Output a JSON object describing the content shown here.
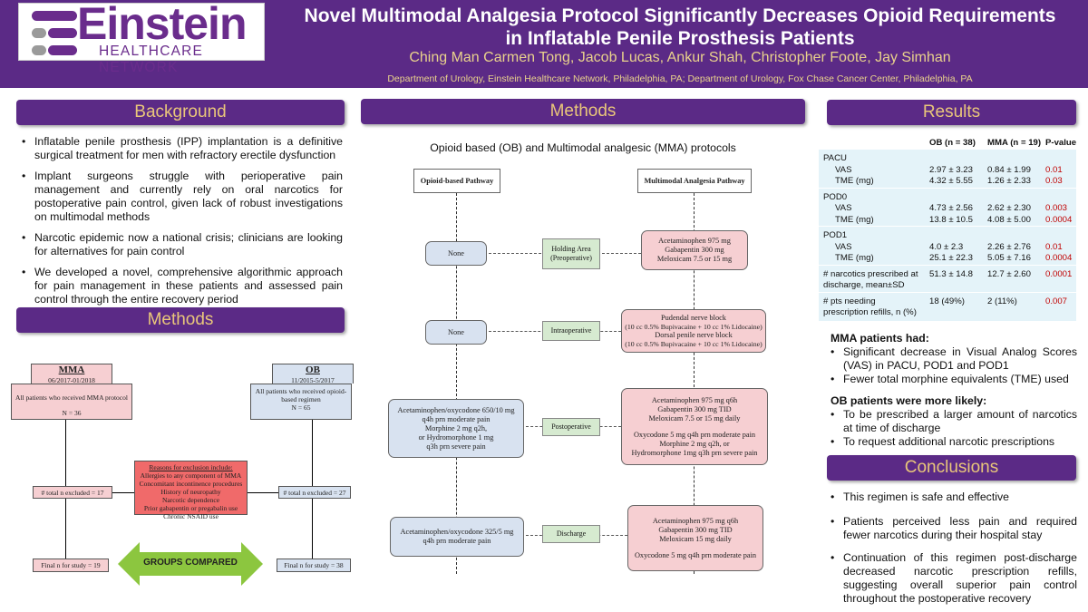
{
  "header": {
    "logo_word": "Einstein",
    "logo_sub": "HEALTHCARE NETWORK",
    "title_line1": "Novel Multimodal Analgesia Protocol Significantly Decreases Opioid Requirements",
    "title_line2": "in Inflatable Penile Prosthesis Patients",
    "authors": "Ching Man Carmen Tong, Jacob Lucas, Ankur Shah, Christopher Foote, Jay Simhan",
    "affiliation": "Department of Urology, Einstein Healthcare Network, Philadelphia, PA; Department of Urology, Fox Chase Cancer Center, Philadelphia, PA"
  },
  "colors": {
    "header_bg": "#5b2a86",
    "header_text": "#e9c67a",
    "table_bg": "#e4f3f9",
    "pvalue": "#c00000"
  },
  "background": {
    "heading": "Background",
    "bullets": [
      "Inflatable penile prosthesis (IPP) implantation is a definitive surgical treatment for men with refractory erectile dysfunction",
      "Implant surgeons struggle with perioperative pain management and currently rely on oral narcotics for postoperative pain control, given lack of robust investigations on multimodal methods",
      "Narcotic epidemic now a national crisis; clinicians are looking for alternatives for pain control",
      "We developed a novel, comprehensive algorithmic approach for pain management in these patients and assessed pain control through the entire recovery period"
    ]
  },
  "methods_left": {
    "heading": "Methods",
    "mma_title": "MMA",
    "mma_dates": "06/2017-01/2018",
    "mma_desc": "All patients who received MMA protocol",
    "mma_n": "N = 36",
    "ob_title": "OB",
    "ob_dates": "11/2015-5/2017",
    "ob_desc": "All patients who received opioid-based regimen",
    "ob_n": "N = 65",
    "excl_title": "Reasons for exclusion include:",
    "excl_items": [
      "Allergies to any component of MMA",
      "Concomitant incontinence procedures",
      "History of neuropathy",
      "Narcotic dependence",
      "Prior gabapentin or pregabalin use",
      "Chronic NSAID use"
    ],
    "mma_excluded": "# total n excluded = 17",
    "ob_excluded": "# total n excluded = 27",
    "mma_final": "Final n for study = 19",
    "ob_final": "Final n for study = 38",
    "compared": "GROUPS COMPARED"
  },
  "methods_center": {
    "heading": "Methods",
    "caption": "Opioid based (OB) and Multimodal analgesic (MMA) protocols",
    "ob_head": "Opioid-based Pathway",
    "mma_head": "Multimodal Analgesia Pathway",
    "phases": [
      {
        "line1": "Holding Area",
        "line2": "(Preoperative)"
      },
      {
        "line1": "Intraoperative",
        "line2": ""
      },
      {
        "line1": "Postoperative",
        "line2": ""
      },
      {
        "line1": "Discharge",
        "line2": ""
      }
    ],
    "ob_steps": [
      [
        "None"
      ],
      [
        "None"
      ],
      [
        "Acetaminophen/oxycodone 650/10 mg",
        "q4h prn moderate pain",
        "Morphine 2 mg q2h,",
        "or Hydromorphone 1 mg",
        "q3h prn severe pain"
      ],
      [
        "Acetaminophen/oxycodone 325/5 mg",
        "q4h prn moderate pain"
      ]
    ],
    "mma_steps": [
      [
        "Acetaminophen 975 mg",
        "Gabapentin 300 mg",
        "Meloxicam 7.5 or 15 mg"
      ],
      [
        "Pudendal nerve block",
        "(10 cc 0.5% Bupivacaine + 10 cc 1% Lidocaine)",
        "Dorsal penile nerve block",
        "(10 cc 0.5% Bupivacaine + 10 cc 1% Lidocaine)"
      ],
      [
        "Acetaminophen 975 mg q6h",
        "Gabapentin 300 mg TID",
        "Meloxicam 7.5 or 15 mg daily",
        "",
        "Oxycodone 5 mg q4h prn moderate pain",
        "Morphine 2 mg q2h, or",
        "Hydromorphone 1mg q3h prn severe pain"
      ],
      [
        "Acetaminophen 975 mg q6h",
        "Gabapentin 300 mg TID",
        "Meloxicam 15 mg daily",
        "",
        "Oxycodone 5 mg q4h prn moderate pain"
      ]
    ]
  },
  "results": {
    "heading": "Results",
    "col_ob": "OB (n = 38)",
    "col_mma": "MMA (n = 19)",
    "col_p": "P-value",
    "groups": [
      {
        "label": "PACU",
        "rows": [
          {
            "label": "VAS",
            "ob": "2.97 ± 3.23",
            "mma": "0.84 ± 1.99",
            "p": "0.01"
          },
          {
            "label": "TME (mg)",
            "ob": "4.32 ± 5.55",
            "mma": "1.26 ± 2.33",
            "p": "0.03"
          }
        ]
      },
      {
        "label": "POD0",
        "rows": [
          {
            "label": "VAS",
            "ob": "4.73 ± 2.56",
            "mma": "2.62 ± 2.30",
            "p": "0.003"
          },
          {
            "label": "TME (mg)",
            "ob": "13.8 ± 10.5",
            "mma": "4.08 ± 5.00",
            "p": "0.0004"
          }
        ]
      },
      {
        "label": "POD1",
        "rows": [
          {
            "label": "VAS",
            "ob": "4.0 ± 2.3",
            "mma": "2.26 ± 2.76",
            "p": "0.01"
          },
          {
            "label": "TME (mg)",
            "ob": "25.1 ± 22.3",
            "mma": "5.05 ± 7.16",
            "p": "0.0004"
          }
        ]
      }
    ],
    "narc_label1": "# narcotics prescribed at",
    "narc_label2": "discharge, mean±SD",
    "narc_ob": "51.3 ± 14.8",
    "narc_mma": "12.7 ± 2.60",
    "narc_p": "0.0001",
    "refill_label1": "# pts needing",
    "refill_label2": "prescription refills, n (%)",
    "refill_ob": "18 (49%)",
    "refill_mma": "2 (11%)",
    "refill_p": "0.007",
    "mma_had": "MMA patients had:",
    "mma_points": [
      "Significant decrease in Visual Analog Scores (VAS) in PACU, POD1 and POD1",
      "Fewer total morphine equivalents (TME) used"
    ],
    "ob_likely": "OB patients were more likely:",
    "ob_points": [
      "To be prescribed a larger amount of narcotics at time of discharge",
      "To request additional narcotic prescriptions"
    ]
  },
  "conclusions": {
    "heading": "Conclusions",
    "bullets": [
      "This regimen is safe and effective",
      "Patients perceived less pain and required fewer narcotics during their hospital stay",
      "Continuation of this regimen post-discharge decreased narcotic prescription refills, suggesting overall superior pain control throughout the postoperative recovery"
    ]
  }
}
